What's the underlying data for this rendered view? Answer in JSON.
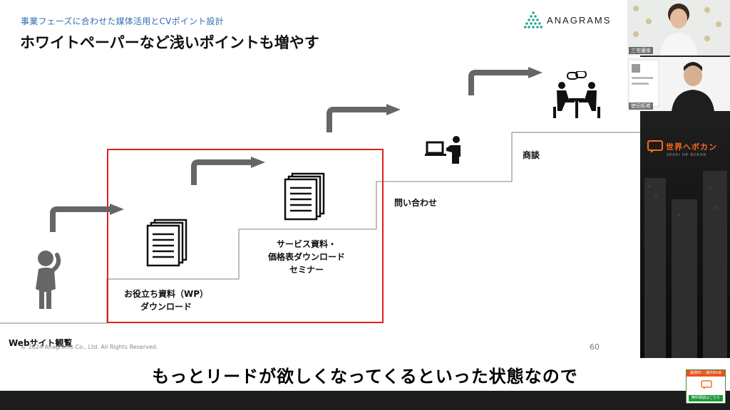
{
  "slide": {
    "subtitle": "事業フェーズに合わせた媒体活用とCVポイント設計",
    "title": "ホワイトペーパーなど浅いポイントも増やす",
    "logo_text": "ANAGRAMS",
    "steps": {
      "web": "Webサイト観覧",
      "wp_line1": "お役立ち資料（WP）",
      "wp_line2": "ダウンロード",
      "svc_line1": "サービス資料・",
      "svc_line2": "価格表ダウンロード",
      "svc_line3": "セミナー",
      "inquiry": "問い合わせ",
      "meeting": "商談"
    },
    "copyright": "© 2024 Anagrams Co., Ltd. All Rights Reserved.",
    "page_number": "60",
    "colors": {
      "accent_red": "#e0201b",
      "subtitle_blue": "#2f6fb0",
      "arrow_gray": "#666666"
    }
  },
  "caption": "もっとリードが欲しくなってくるといった状態なので",
  "side_panel": {
    "camera1_name": "三宅優楽",
    "camera2_name": "徳田拓希",
    "brand": "世界へボカン",
    "brand_sub": "SEKAI HE BOKAN",
    "promo_top": "越境EC・海外BtoB",
    "promo_bottom": "無料相談はこちら"
  }
}
